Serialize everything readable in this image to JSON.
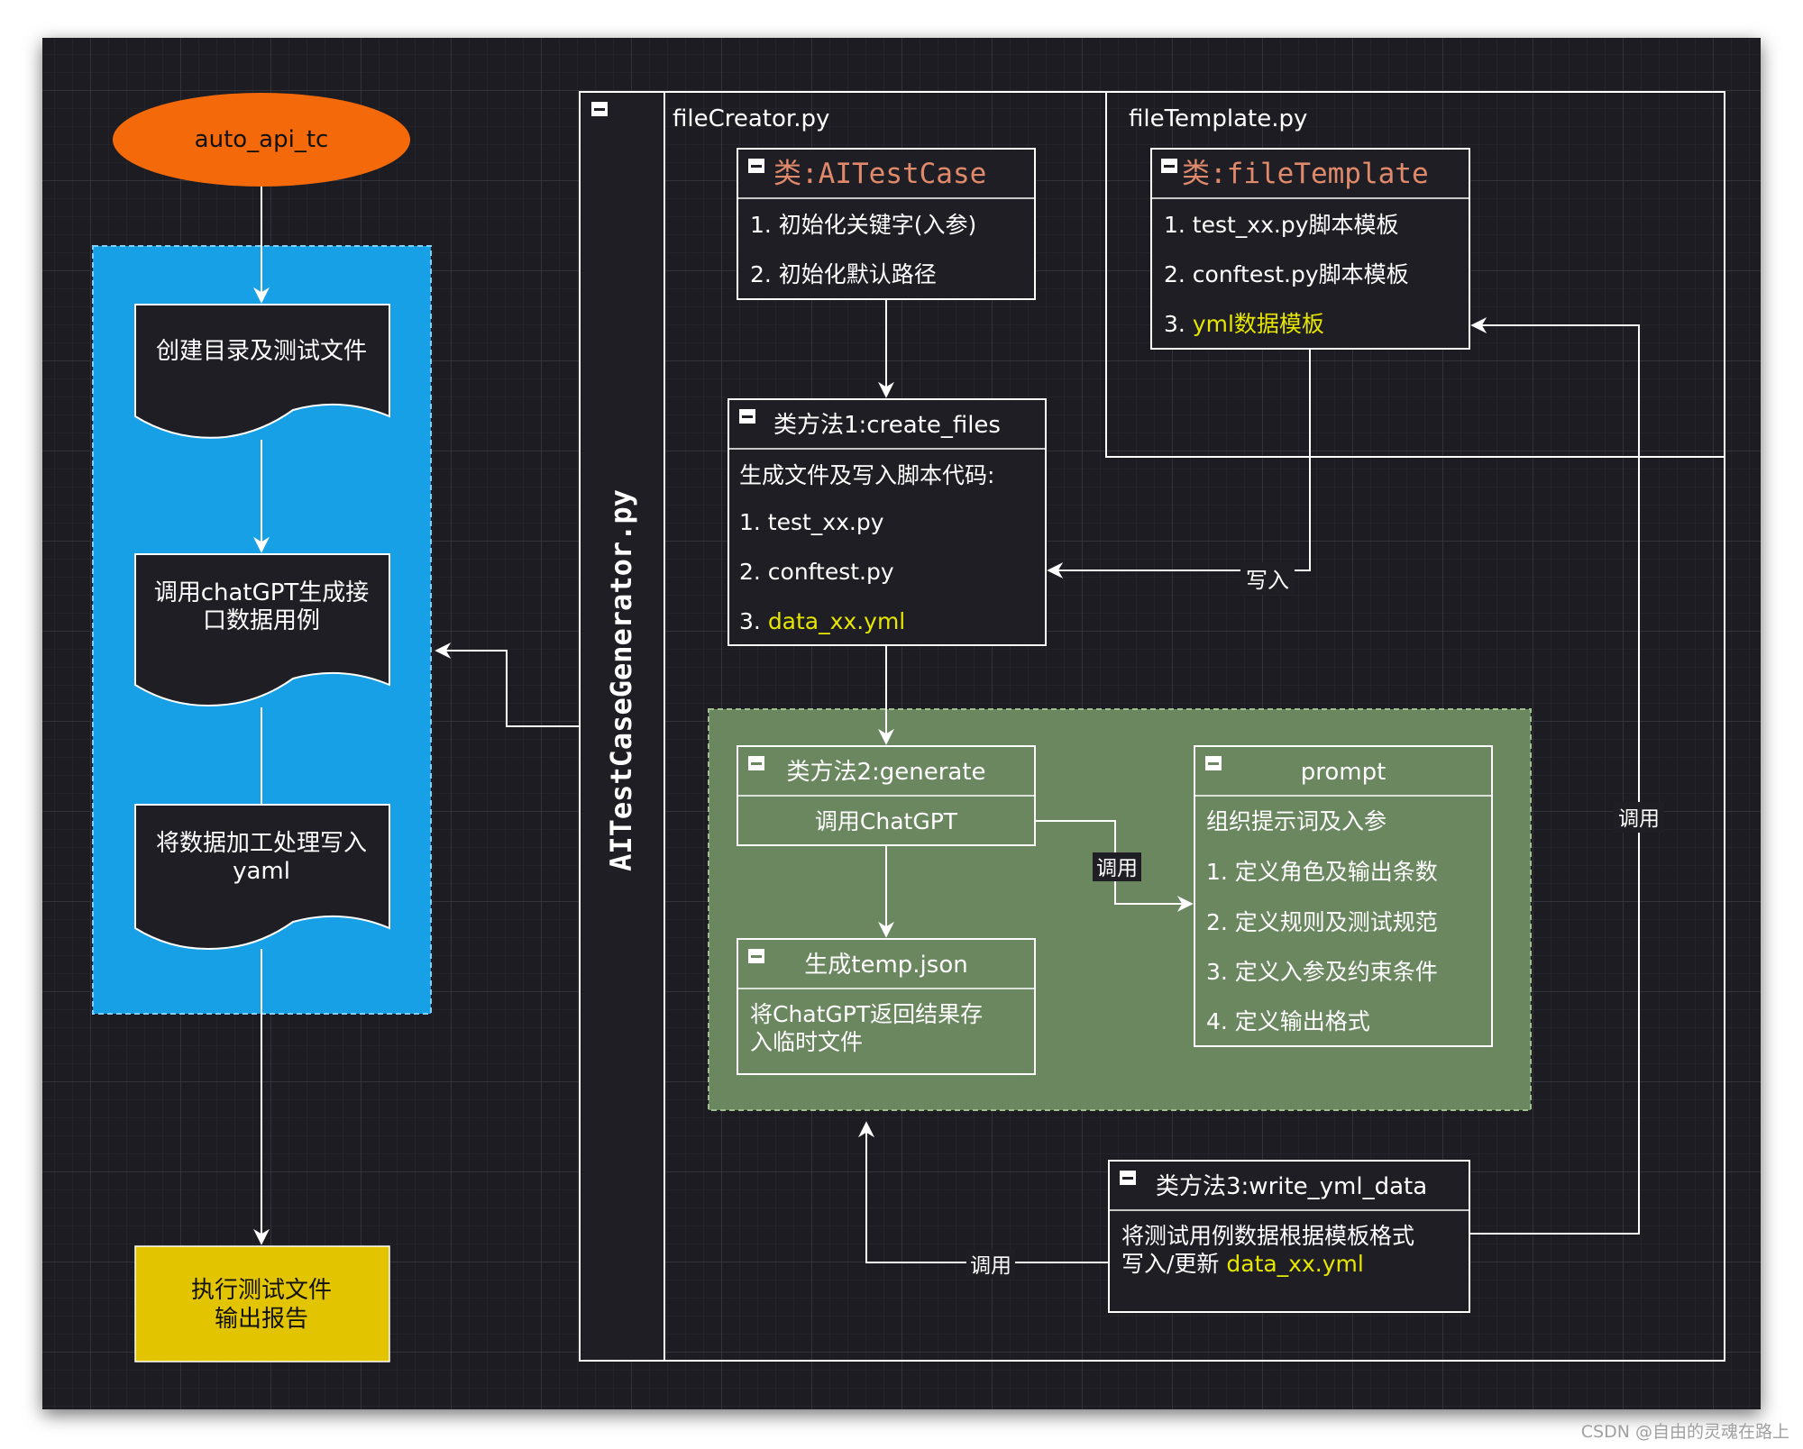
{
  "colors": {
    "canvas": "#1e1e24",
    "grid": "#2d2d34",
    "flow_panel": "#17a0e6",
    "orange_oval": "#f46a0b",
    "yellow_box": "#e3c400",
    "green_panel": "#6b8760",
    "highlight_text": "#e6e600",
    "class_title": "#e08a6b"
  },
  "flow": {
    "start": "auto_api_tc",
    "step1": "创建目录及测试文件",
    "step2_line1": "调用chatGPT生成接",
    "step2_line2": "口数据用例",
    "step3_line1": "将数据加工处理写入",
    "step3_line2": "yaml",
    "end_line1": "执行测试文件",
    "end_line2": "输出报告"
  },
  "module": {
    "name": "AITestCaseGenerator.py",
    "file_left": "fileCreator.py",
    "file_right": "fileTemplate.py"
  },
  "class_aitestcase": {
    "title": "类:AITestCase",
    "items": [
      "1. 初始化关键字(入参)",
      "2. 初始化默认路径"
    ]
  },
  "class_filetemplate": {
    "title": "类:fileTemplate",
    "item1": "1. test_xx.py脚本模板",
    "item2": "2. conftest.py脚本模板",
    "item3_prefix": "3. ",
    "item3_highlight": "yml数据模板"
  },
  "method_create_files": {
    "title": "类方法1:create_files",
    "subtitle": "生成文件及写入脚本代码:",
    "item1": "1. test_xx.py",
    "item2": "2. conftest.py",
    "item3_prefix": "3. ",
    "item3_highlight": "data_xx.yml"
  },
  "method_generate": {
    "title": "类方法2:generate",
    "body": "调用ChatGPT"
  },
  "temp_json": {
    "title": "生成temp.json",
    "body_line1": "将ChatGPT返回结果存",
    "body_line2": "入临时文件"
  },
  "prompt": {
    "title": "prompt",
    "items": [
      "组织提示词及入参",
      "1. 定义角色及输出条数",
      "2. 定义规则及测试规范",
      "3. 定义入参及约束条件",
      "4. 定义输出格式"
    ]
  },
  "method_write": {
    "title": "类方法3:write_yml_data",
    "body_line1": "将测试用例数据根据模板格式",
    "body_line2_prefix": "写入/更新 ",
    "body_line2_highlight": "data_xx.yml"
  },
  "edge_labels": {
    "write": "写入",
    "call_generate": "调用",
    "call_write": "调用",
    "call_template": "调用"
  },
  "watermark": "CSDN @自由的灵魂在路上"
}
